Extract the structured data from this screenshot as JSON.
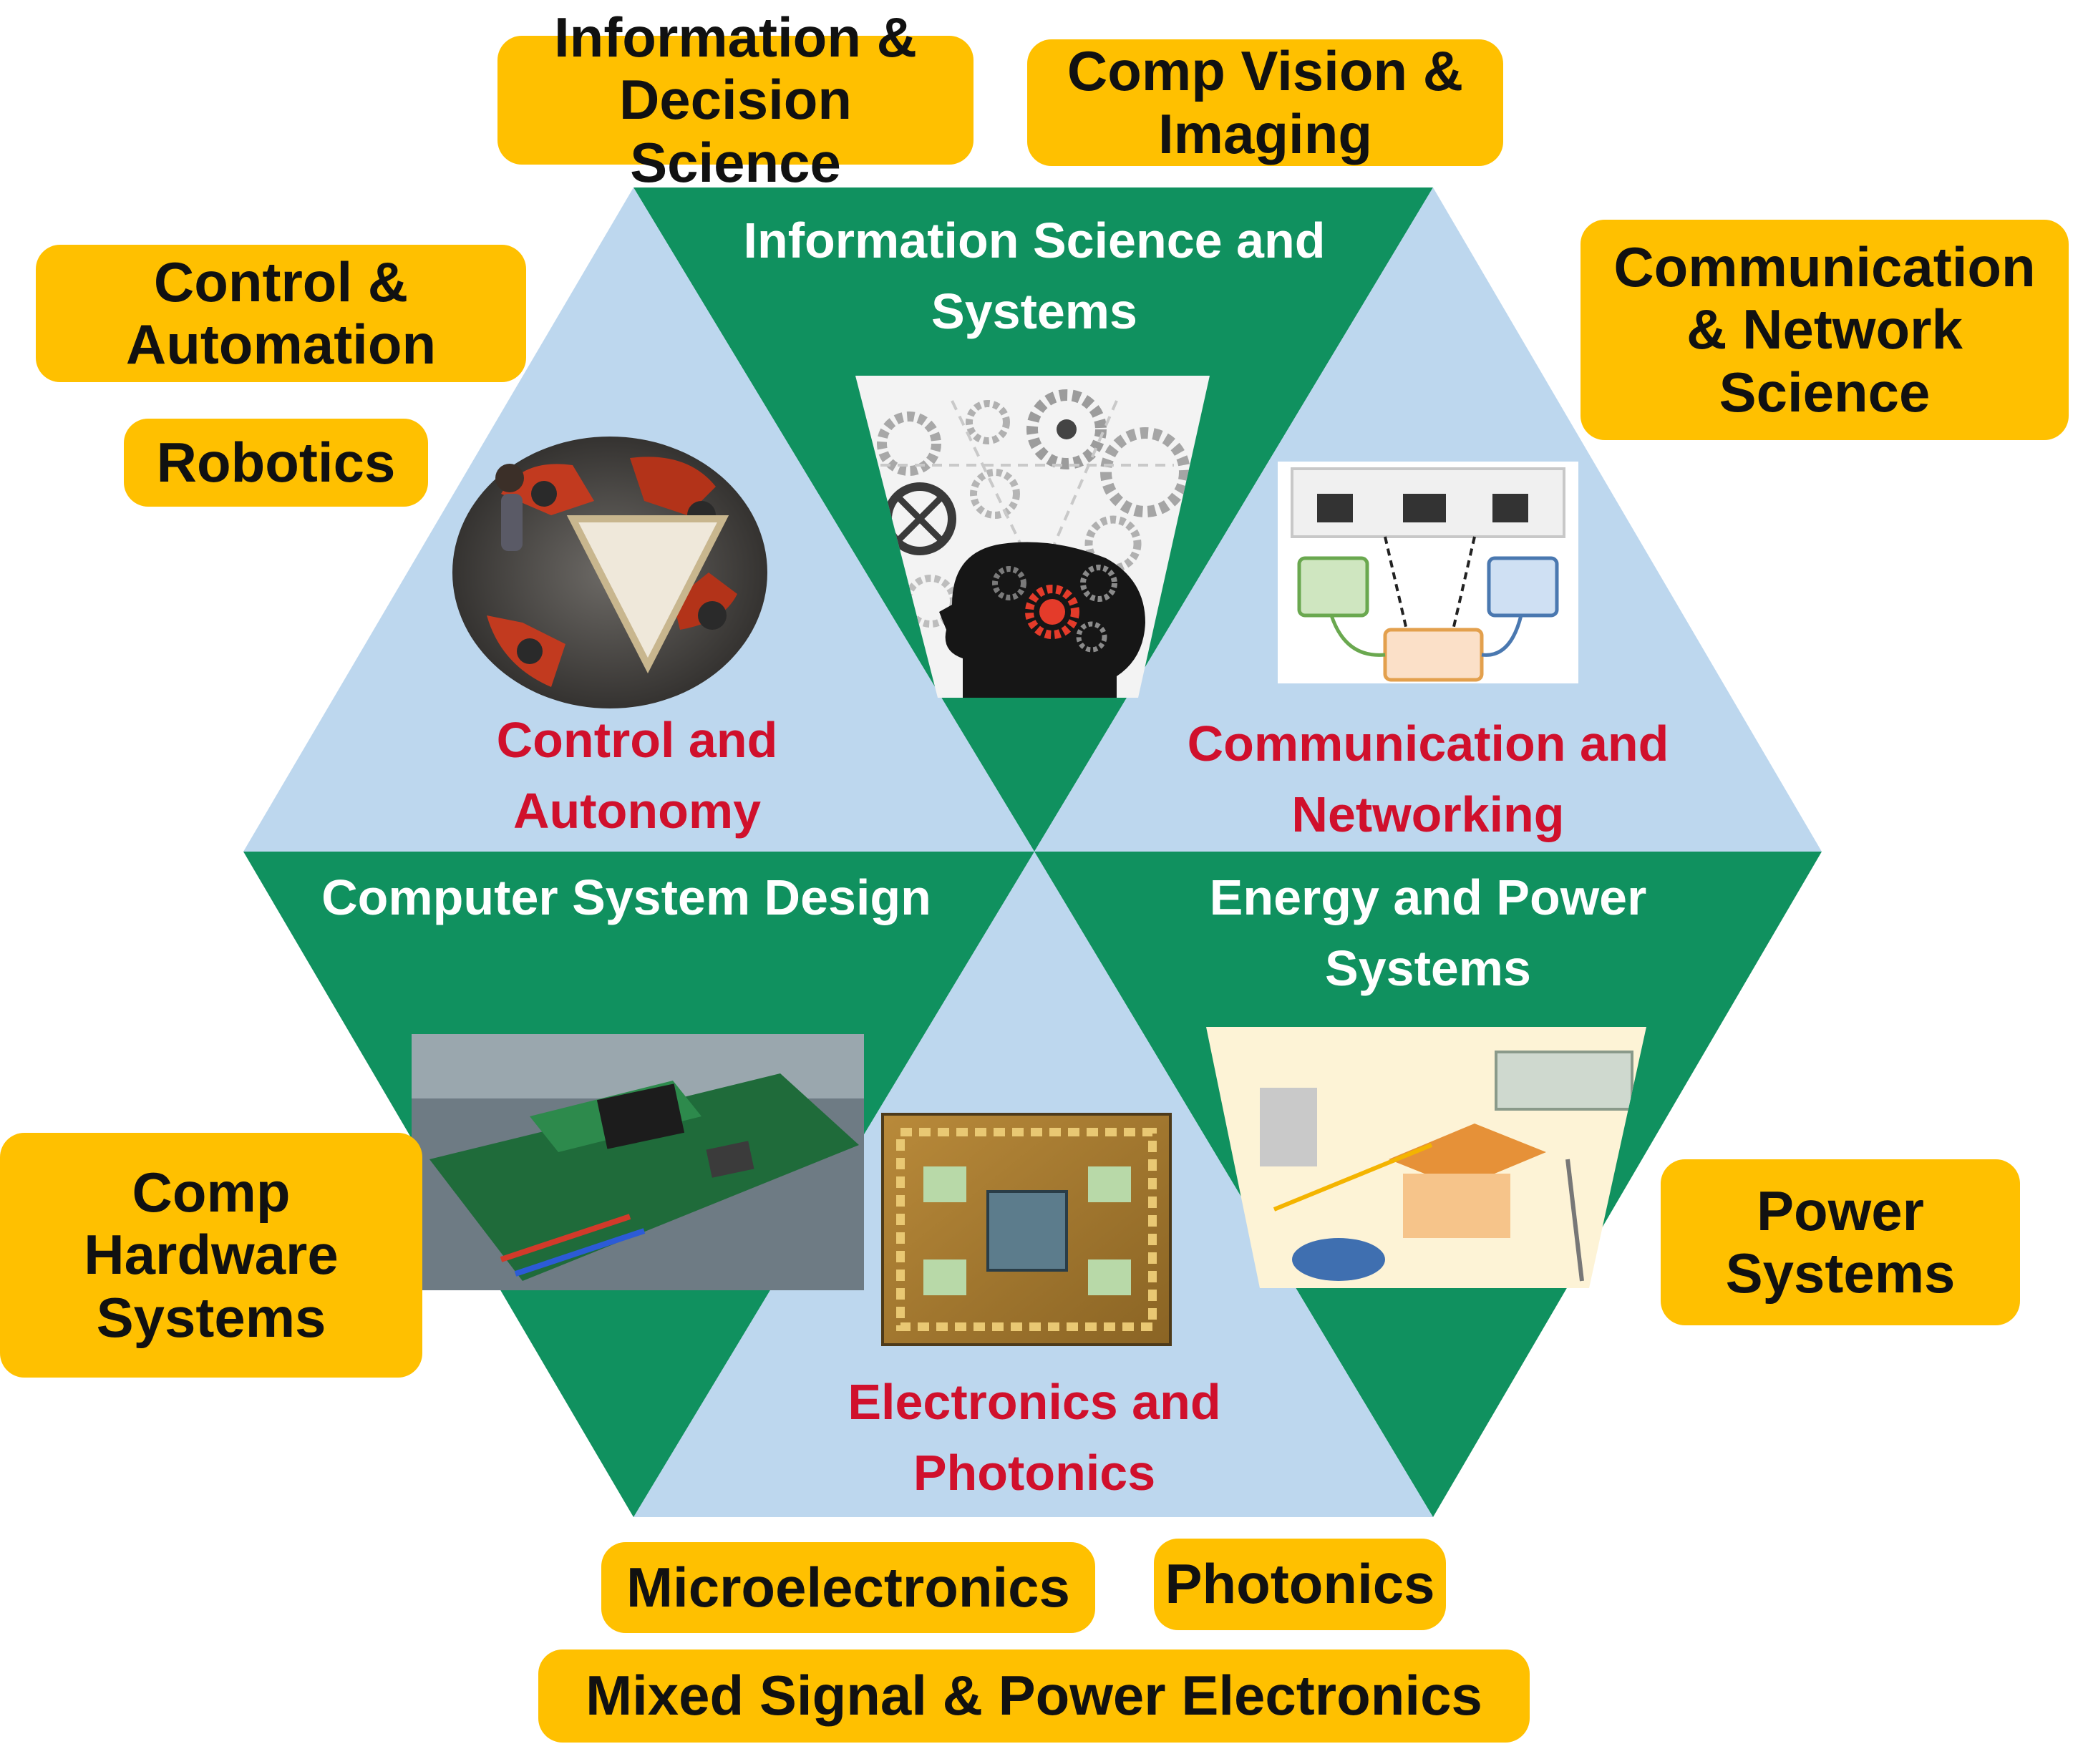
{
  "colors": {
    "green": "#10915F",
    "light_blue": "#BDD7EE",
    "tag_yellow": "#FFC000",
    "label_red": "#D0102C",
    "label_white": "#FFFFFF"
  },
  "hexagon": {
    "segments": [
      {
        "id": "info",
        "label": "Information Science and\nSystems",
        "fill": "green",
        "image": "brain-gears-image"
      },
      {
        "id": "comm",
        "label": "Communication and\nNetworking",
        "fill": "light_blue",
        "image": "network-diagram-image"
      },
      {
        "id": "energy",
        "label": "Energy and Power\nSystems",
        "fill": "green",
        "image": "smart-grid-image"
      },
      {
        "id": "electronics",
        "label": "Electronics and\nPhotonics",
        "fill": "light_blue",
        "image": "microchip-image"
      },
      {
        "id": "computer",
        "label": "Computer System Design",
        "fill": "green",
        "image": "circuit-board-image"
      },
      {
        "id": "control",
        "label": "Control and\nAutonomy",
        "fill": "light_blue",
        "image": "robots-image"
      }
    ]
  },
  "tags": {
    "info_decision": "Information &\nDecision Science",
    "comp_vision": "Comp Vision &\nImaging",
    "control_automation": "Control &\nAutomation",
    "robotics": "Robotics",
    "comm_network": "Communication\n& Network\nScience",
    "comp_hardware": "Comp\nHardware\nSystems",
    "power_systems": "Power\nSystems",
    "microelectronics": "Microelectronics",
    "photonics": "Photonics",
    "mixed_signal": "Mixed Signal & Power Electronics"
  }
}
